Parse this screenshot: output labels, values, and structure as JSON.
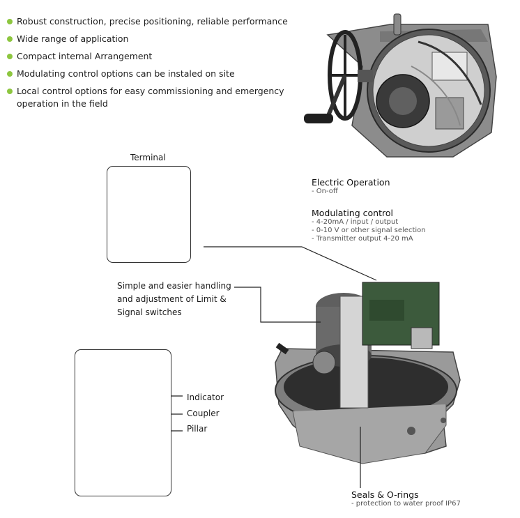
{
  "bullets": [
    "Robust construction, precise positioning, reliable performance",
    "Wide range of application",
    "Compact internal Arrangement",
    "Modulating control options can be instaled on site",
    "Local control options for easy commissioning and emergency operation in the field"
  ],
  "terminal_label": "Terminal",
  "electric_operation": {
    "title": "Electric Operation",
    "items": [
      "- On-off"
    ]
  },
  "modulating_control": {
    "title": "Modulating control",
    "items": [
      "- 4-20mA / input / output",
      "- 0-10 V or other signal selection",
      "- Transmitter output 4-20 mA"
    ]
  },
  "switches_callout": [
    "Simple and easier handling",
    "and adjustment of Limit &",
    "Signal switches"
  ],
  "parts_callouts": {
    "indicator": "Indicator",
    "coupler": "Coupler",
    "pillar": "Pillar"
  },
  "seals": {
    "title": "Seals & O-rings",
    "detail": "- protection to water proof IP67"
  },
  "colors": {
    "bullet": "#8dc63f",
    "frame": "#333333"
  }
}
